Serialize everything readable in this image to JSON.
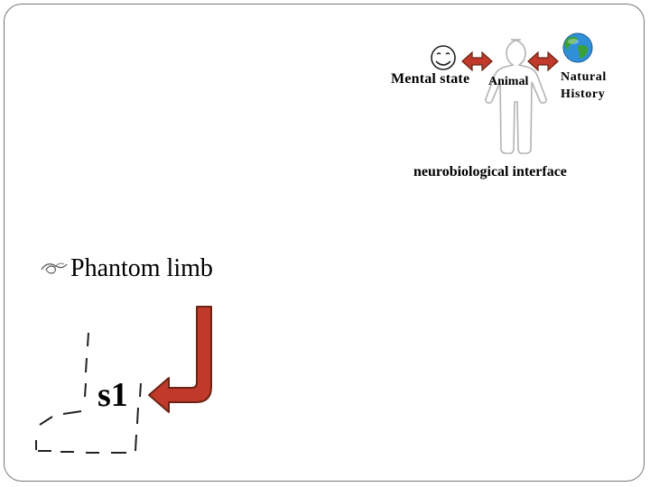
{
  "diagram": {
    "mental_state": "Mental state",
    "animal": "Animal",
    "natural_history_line1": "Natural",
    "natural_history_line2": "History",
    "interface": "neurobiological interface"
  },
  "bullet": {
    "text": "Phantom limb"
  },
  "figure": {
    "label": "s1"
  },
  "colors": {
    "arrow_fill": "#c0392b",
    "arrow_outline": "#6b2413",
    "border": "#777777",
    "figure_outline": "#b0b0b0",
    "globe_sea": "#2f8fd8",
    "globe_land": "#3aa13a"
  },
  "icons": [
    "smiley-face-icon",
    "person-figure-icon",
    "globe-icon",
    "double-arrow-icon",
    "bent-arrow-icon",
    "bullet-icon"
  ]
}
